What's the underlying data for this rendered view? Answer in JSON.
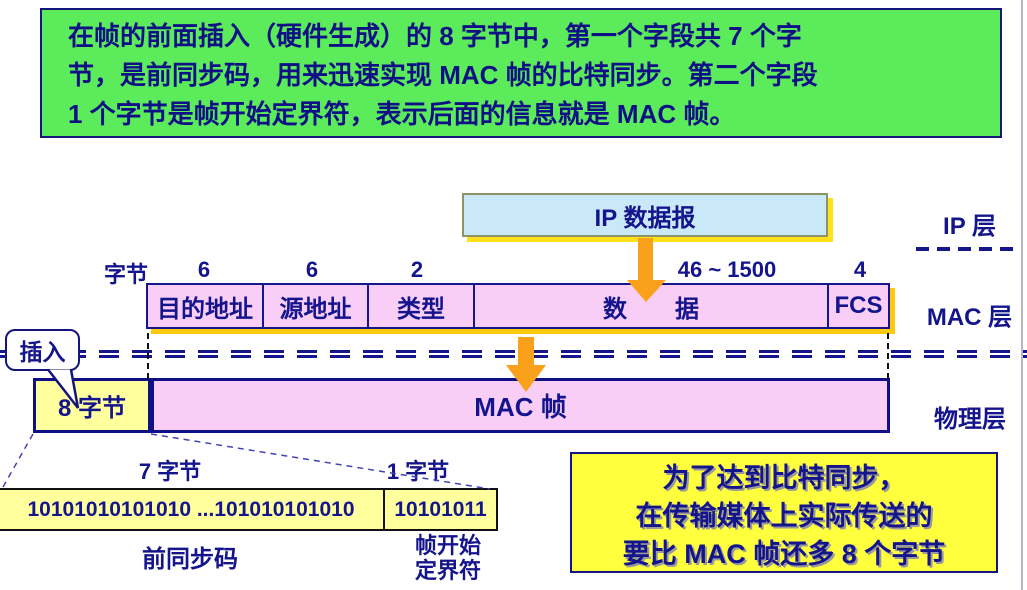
{
  "top_note": {
    "lines": [
      "在帧的前面插入（硬件生成）的 8 字节中，第一个字段共 7 个字",
      "节，是前同步码，用来迅速实现 MAC 帧的比特同步。第二个字段",
      "1 个字节是帧开始定界符，表示后面的信息就是 MAC 帧。"
    ]
  },
  "ip_layer": {
    "box_label": "IP 数据报",
    "layer_label": "IP 层"
  },
  "mac_layer": {
    "layer_label": "MAC 层",
    "byte_unit": "字节",
    "fields": [
      {
        "label": "目的地址",
        "bytes": "6"
      },
      {
        "label": "源地址",
        "bytes": "6"
      },
      {
        "label": "类型",
        "bytes": "2"
      },
      {
        "label": "数　　据",
        "bytes": "46 ~ 1500"
      },
      {
        "label": "FCS",
        "bytes": "4"
      }
    ]
  },
  "physical_layer": {
    "layer_label": "物理层",
    "insert_label": "插入",
    "preamble_bytes_label": "8 字节",
    "mac_frame_label": "MAC 帧"
  },
  "expansion": {
    "preamble_len": "7 字节",
    "sfd_len": "1 字节",
    "preamble_bits": "10101010101010 ...101010101010",
    "sfd_bits": "10101011",
    "preamble_caption": "前同步码",
    "sfd_caption_line1": "帧开始",
    "sfd_caption_line2": "定界符"
  },
  "bottom_note": {
    "lines": [
      "为了达到比特同步，",
      "在传输媒体上实际传送的",
      "要比 MAC 帧还多 8 个字节"
    ]
  },
  "colors": {
    "navy": "#14148C",
    "green_fill": "#5BEB5B",
    "pink_fill": "#F9CEF6",
    "pale_yellow": "#FFFF9E",
    "bright_yellow": "#FFFF3D",
    "light_blue": "#C9E9F8",
    "gold_shadow": "#FFC90E",
    "orange_arrow": "#F9A11B"
  }
}
